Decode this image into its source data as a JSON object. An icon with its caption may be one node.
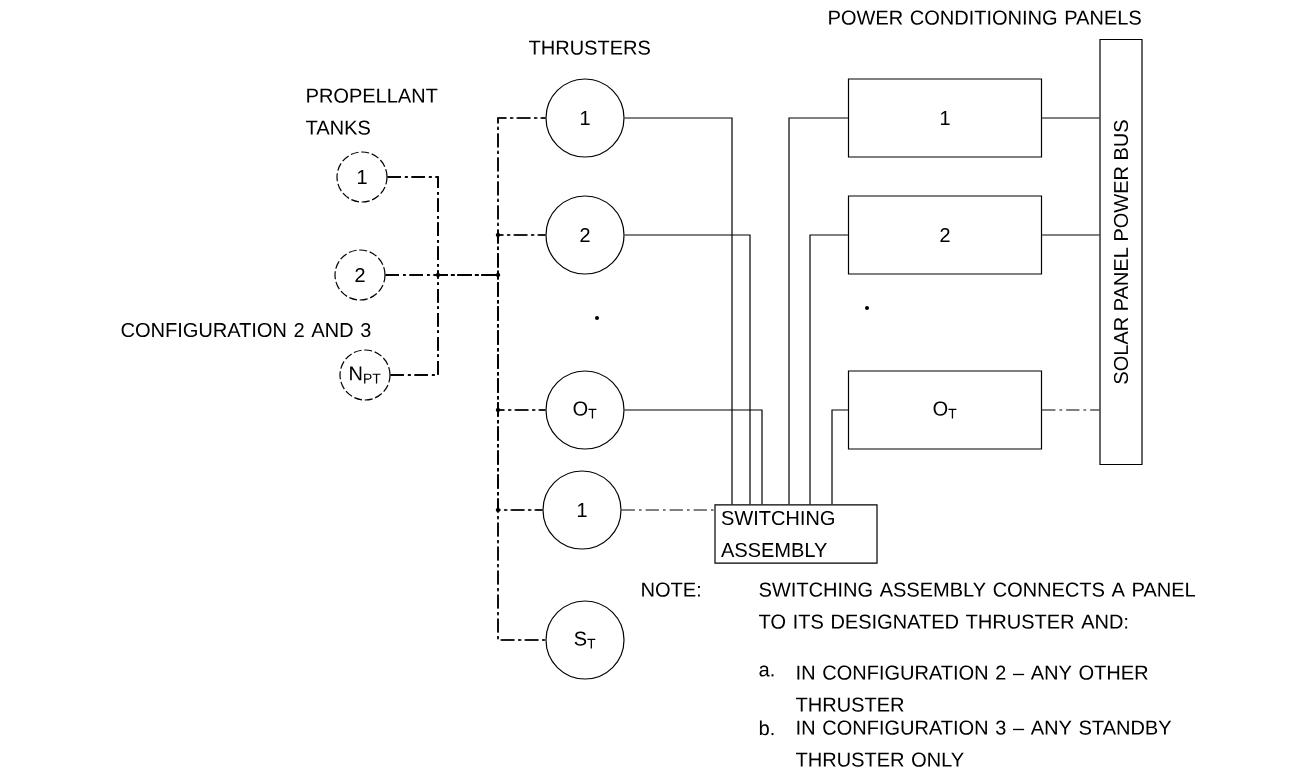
{
  "diagram": {
    "nodes": [
      {
        "text": [
          "1"
        ]
      },
      {
        "text": [
          "2"
        ]
      },
      {
        "text": [
          "N$_{PT}$"
        ]
      },
      {
        "text": [
          "1"
        ]
      },
      {
        "text": [
          "2"
        ]
      },
      {
        "text": [
          "O$_{T}$"
        ]
      },
      {
        "text": [
          "1"
        ]
      },
      {
        "text": [
          "S$_{T}$"
        ]
      },
      {
        "text": [
          "1"
        ]
      },
      {
        "text": [
          "2"
        ]
      },
      {
        "text": [
          "O$_{T}$"
        ]
      },
      {
        "text": [
          "SWITCHING ASSEMBLY"
        ]
      },
      {
        "text": [
          "SOLAR PANEL POWER BUS"
        ]
      }
    ],
    "edges": [
      {
        "from": 0,
        "to": 3,
        "arrow": "none",
        "style": "dashed"
      },
      {
        "from": 0,
        "to": 4,
        "arrow": "none",
        "style": "dashed"
      },
      {
        "from": 0,
        "to": 5,
        "arrow": "none",
        "style": "dashed"
      },
      {
        "from": 0,
        "to": 6,
        "arrow": "none",
        "style": "dashed"
      },
      {
        "from": 0,
        "to": 7,
        "arrow": "none",
        "style": "dashed"
      },
      {
        "from": 1,
        "to": 3,
        "arrow": "none",
        "style": "dashed"
      },
      {
        "from": 1,
        "to": 4,
        "arrow": "none",
        "style": "dashed"
      },
      {
        "from": 1,
        "to": 5,
        "arrow": "none",
        "style": "dashed"
      },
      {
        "from": 1,
        "to": 6,
        "arrow": "none",
        "style": "dashed"
      },
      {
        "from": 1,
        "to": 7,
        "arrow": "none",
        "style": "dashed"
      },
      {
        "from": 2,
        "to": 3,
        "arrow": "none",
        "style": "dashed"
      },
      {
        "from": 2,
        "to": 4,
        "arrow": "none",
        "style": "dashed"
      },
      {
        "from": 2,
        "to": 5,
        "arrow": "none",
        "style": "dashed"
      },
      {
        "from": 2,
        "to": 6,
        "arrow": "none",
        "style": "dashed"
      },
      {
        "from": 2,
        "to": 7,
        "arrow": "none",
        "style": "dashed"
      },
      {
        "from": 3,
        "to": 11,
        "arrow": "none"
      },
      {
        "from": 4,
        "to": 11,
        "arrow": "none"
      },
      {
        "from": 5,
        "to": 11,
        "arrow": "none"
      },
      {
        "from": 6,
        "to": 11,
        "arrow": "none",
        "style": "dashed"
      },
      {
        "from": 11,
        "to": 8,
        "arrow": "none"
      },
      {
        "from": 11,
        "to": 9,
        "arrow": "none"
      },
      {
        "from": 11,
        "to": 10,
        "arrow": "none"
      },
      {
        "from": 8,
        "to": 12,
        "arrow": "none"
      },
      {
        "from": 9,
        "to": 12,
        "arrow": "none"
      },
      {
        "from": 10,
        "to": 12,
        "arrow": "none",
        "style": "dashed"
      }
    ],
    "labels": [
      "PROPELLANT TANKS",
      "THRUSTERS",
      "POWER CONDITIONING PANELS",
      "CONFIGURATION 2 AND 3",
      "NOTE:",
      "SWITCHING ASSEMBLY CONNECTS A PANEL TO ITS DESIGNATED THRUSTER AND:",
      "a.",
      "IN CONFIGURATION 2 – ANY OTHER THRUSTER",
      "b.",
      "IN CONFIGURATION 3 – ANY STANDBY THRUSTER ONLY"
    ]
  }
}
